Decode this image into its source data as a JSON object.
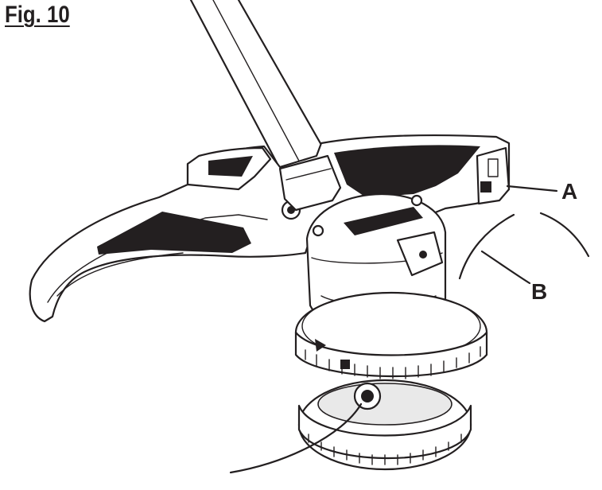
{
  "figure": {
    "title": "Fig. 10"
  },
  "callouts": {
    "a": {
      "letter": "A"
    },
    "b": {
      "letter": "B"
    }
  },
  "colors": {
    "ink": "#231f20",
    "paper": "#ffffff"
  }
}
